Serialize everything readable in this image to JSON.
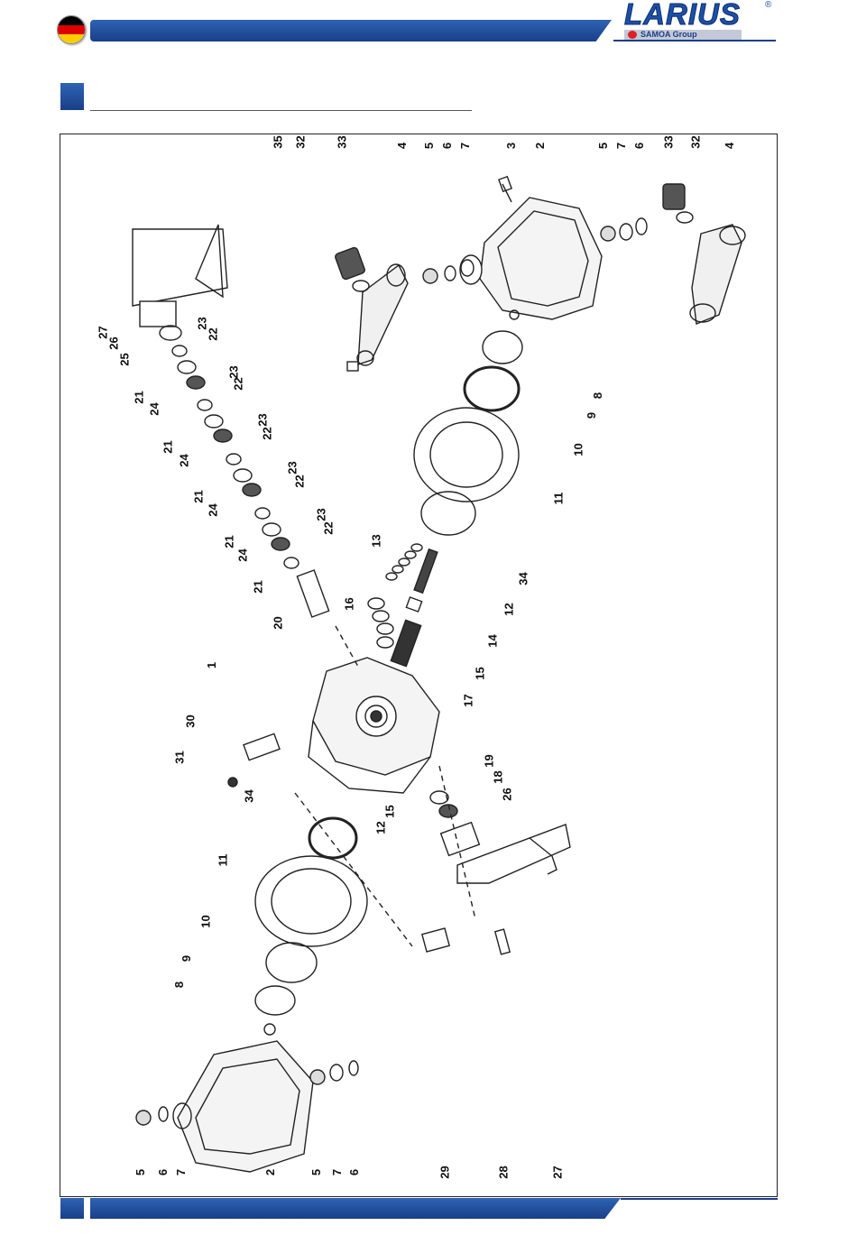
{
  "header": {
    "brand": "LARIUS",
    "registered_mark": "®",
    "group": "SAMOA Group",
    "flag": "germany-flag",
    "flag_colors": [
      "#000000",
      "#dd0000",
      "#ffcc00"
    ],
    "accent_color": "#1d4fa6"
  },
  "drawing": {
    "label_color": "#111111",
    "labels": [
      "35",
      "32",
      "33",
      "4",
      "5",
      "6",
      "7",
      "3",
      "2",
      "5",
      "7",
      "6",
      "33",
      "32",
      "4",
      "27",
      "26",
      "25",
      "23",
      "22",
      "21",
      "23",
      "22",
      "24",
      "21",
      "23",
      "22",
      "24",
      "21",
      "23",
      "22",
      "24",
      "21",
      "23",
      "22",
      "24",
      "21",
      "20",
      "1",
      "30",
      "31",
      "34",
      "11",
      "10",
      "9",
      "8",
      "16",
      "13",
      "14",
      "15",
      "17",
      "12",
      "34",
      "11",
      "10",
      "9",
      "8",
      "15",
      "12",
      "19",
      "18",
      "26",
      "5",
      "6",
      "7",
      "2",
      "5",
      "7",
      "6",
      "29",
      "28",
      "27"
    ]
  }
}
